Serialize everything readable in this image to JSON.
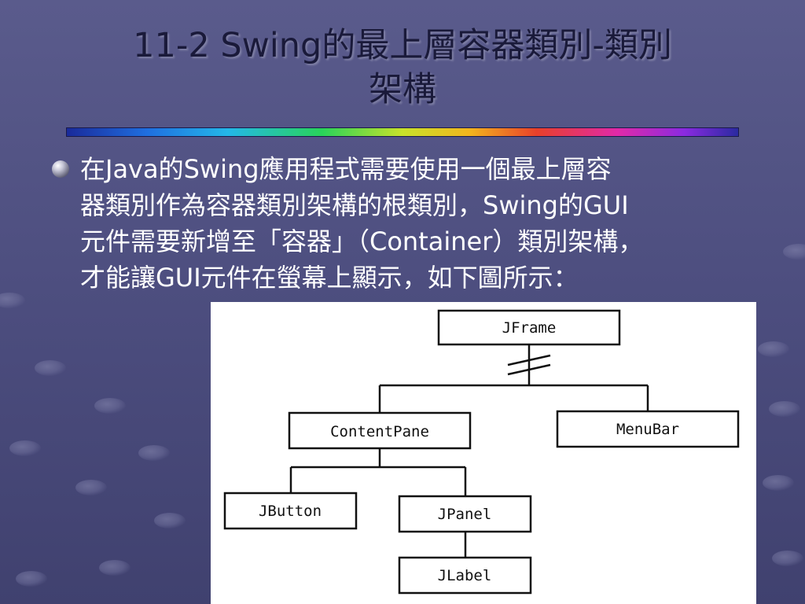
{
  "slide": {
    "title_line1": "11-2 Swing的最上層容器類別-類別",
    "title_line2": "架構",
    "body_lines": [
      "在Java的Swing應用程式需要使用一個最上層容",
      "器類別作為容器類別架構的根類別，Swing的GUI",
      "元件需要新增至「容器」（Container）類別架構，",
      "才能讓GUI元件在螢幕上顯示，如下圖所示："
    ]
  },
  "diagram": {
    "nodes": {
      "jframe": "JFrame",
      "contentpane": "ContentPane",
      "menubar": "MenuBar",
      "jbutton": "JButton",
      "jpanel": "JPanel",
      "jlabel": "JLabel"
    }
  },
  "colors": {
    "title_text": "#1a1a3a",
    "body_text": "#ffffff",
    "background": "#4e4f7f",
    "diagram_background": "#ffffff"
  }
}
